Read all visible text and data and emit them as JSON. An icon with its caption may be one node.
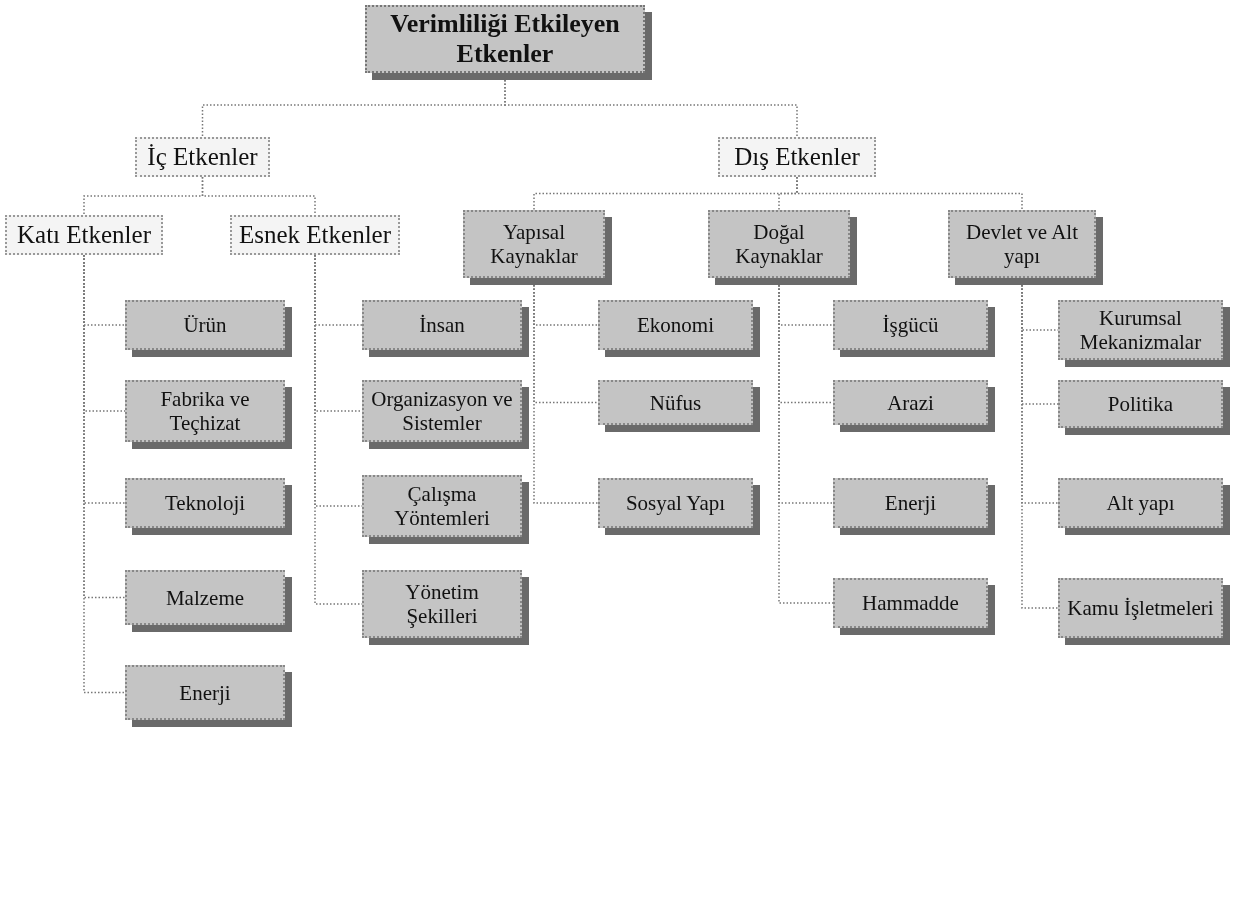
{
  "diagram": {
    "nodes": [
      {
        "text": [
          "Verimliliği Etkileyen Etkenler"
        ]
      },
      {
        "text": [
          "İç Etkenler"
        ]
      },
      {
        "text": [
          "Dış Etkenler"
        ]
      },
      {
        "text": [
          "Katı Etkenler"
        ]
      },
      {
        "text": [
          "Esnek Etkenler"
        ]
      },
      {
        "text": [
          "Yapısal Kaynaklar"
        ]
      },
      {
        "text": [
          "Doğal Kaynaklar"
        ]
      },
      {
        "text": [
          "Devlet ve Alt yapı"
        ]
      },
      {
        "text": [
          "Ürün"
        ]
      },
      {
        "text": [
          "Fabrika ve Teçhizat"
        ]
      },
      {
        "text": [
          "Teknoloji"
        ]
      },
      {
        "text": [
          "Malzeme"
        ]
      },
      {
        "text": [
          "Enerji"
        ]
      },
      {
        "text": [
          "İnsan"
        ]
      },
      {
        "text": [
          "Organizasyon ve Sistemler"
        ]
      },
      {
        "text": [
          "Çalışma Yöntemleri"
        ]
      },
      {
        "text": [
          "Yönetim Şekilleri"
        ]
      },
      {
        "text": [
          "Ekonomi"
        ]
      },
      {
        "text": [
          "Nüfus"
        ]
      },
      {
        "text": [
          "Sosyal Yapı"
        ]
      },
      {
        "text": [
          "İşgücü"
        ]
      },
      {
        "text": [
          "Arazi"
        ]
      },
      {
        "text": [
          "Enerji"
        ]
      },
      {
        "text": [
          "Hammadde"
        ]
      },
      {
        "text": [
          "Kurumsal Mekanizmalar"
        ]
      },
      {
        "text": [
          "Politika"
        ]
      },
      {
        "text": [
          "Alt yapı"
        ]
      },
      {
        "text": [
          "Kamu İşletmeleri"
        ]
      }
    ],
    "edges": [
      {
        "from": 0,
        "to": 1,
        "arrow": "none"
      },
      {
        "from": 0,
        "to": 2,
        "arrow": "none"
      },
      {
        "from": 1,
        "to": 3,
        "arrow": "none"
      },
      {
        "from": 1,
        "to": 4,
        "arrow": "none"
      },
      {
        "from": 2,
        "to": 5,
        "arrow": "none"
      },
      {
        "from": 2,
        "to": 6,
        "arrow": "none"
      },
      {
        "from": 2,
        "to": 7,
        "arrow": "none"
      },
      {
        "from": 3,
        "to": 8,
        "arrow": "none"
      },
      {
        "from": 3,
        "to": 9,
        "arrow": "none"
      },
      {
        "from": 3,
        "to": 10,
        "arrow": "none"
      },
      {
        "from": 3,
        "to": 11,
        "arrow": "none"
      },
      {
        "from": 3,
        "to": 12,
        "arrow": "none"
      },
      {
        "from": 4,
        "to": 13,
        "arrow": "none"
      },
      {
        "from": 4,
        "to": 14,
        "arrow": "none"
      },
      {
        "from": 4,
        "to": 15,
        "arrow": "none"
      },
      {
        "from": 4,
        "to": 16,
        "arrow": "none"
      },
      {
        "from": 5,
        "to": 17,
        "arrow": "none"
      },
      {
        "from": 5,
        "to": 18,
        "arrow": "none"
      },
      {
        "from": 5,
        "to": 19,
        "arrow": "none"
      },
      {
        "from": 6,
        "to": 20,
        "arrow": "none"
      },
      {
        "from": 6,
        "to": 21,
        "arrow": "none"
      },
      {
        "from": 6,
        "to": 22,
        "arrow": "none"
      },
      {
        "from": 6,
        "to": 23,
        "arrow": "none"
      },
      {
        "from": 7,
        "to": 24,
        "arrow": "none"
      },
      {
        "from": 7,
        "to": 25,
        "arrow": "none"
      },
      {
        "from": 7,
        "to": 26,
        "arrow": "none"
      },
      {
        "from": 7,
        "to": 27,
        "arrow": "none"
      }
    ]
  }
}
